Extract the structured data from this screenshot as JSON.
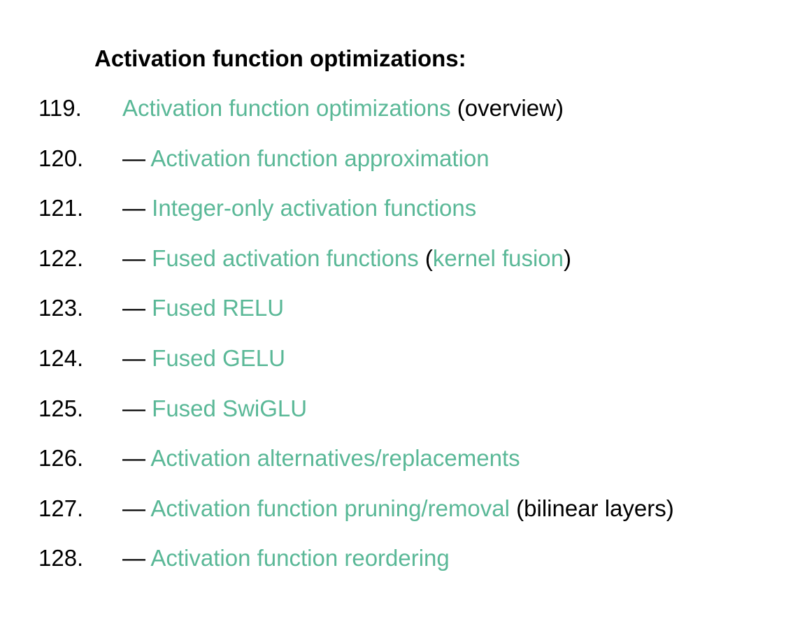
{
  "colors": {
    "background": "#ffffff",
    "link": "#5ab897",
    "text": "#000000"
  },
  "heading": {
    "title": "Activation function optimizations:"
  },
  "toc": {
    "items": [
      {
        "number": "119.",
        "segments": [
          {
            "text": "Activation function optimizations",
            "link": true
          },
          {
            "text": " (overview)",
            "link": false
          }
        ]
      },
      {
        "number": "120.",
        "segments": [
          {
            "text": "— ",
            "link": false
          },
          {
            "text": "Activation function approximation",
            "link": true
          }
        ]
      },
      {
        "number": "121.",
        "segments": [
          {
            "text": "— ",
            "link": false
          },
          {
            "text": "Integer-only activation functions",
            "link": true
          }
        ]
      },
      {
        "number": "122.",
        "segments": [
          {
            "text": "— ",
            "link": false
          },
          {
            "text": "Fused activation functions",
            "link": true
          },
          {
            "text": " (",
            "link": false
          },
          {
            "text": "kernel fusion",
            "link": true
          },
          {
            "text": ")",
            "link": false
          }
        ]
      },
      {
        "number": "123.",
        "segments": [
          {
            "text": "— ",
            "link": false
          },
          {
            "text": "Fused RELU",
            "link": true
          }
        ]
      },
      {
        "number": "124.",
        "segments": [
          {
            "text": "— ",
            "link": false
          },
          {
            "text": "Fused GELU",
            "link": true
          }
        ]
      },
      {
        "number": "125.",
        "segments": [
          {
            "text": "— ",
            "link": false
          },
          {
            "text": "Fused SwiGLU",
            "link": true
          }
        ]
      },
      {
        "number": "126.",
        "segments": [
          {
            "text": "— ",
            "link": false
          },
          {
            "text": "Activation alternatives/replacements",
            "link": true
          }
        ]
      },
      {
        "number": "127.",
        "segments": [
          {
            "text": "— ",
            "link": false
          },
          {
            "text": "Activation function pruning/removal",
            "link": true
          },
          {
            "text": " (bilinear layers)",
            "link": false
          }
        ]
      },
      {
        "number": "128.",
        "segments": [
          {
            "text": "— ",
            "link": false
          },
          {
            "text": "Activation function reordering",
            "link": true
          }
        ]
      }
    ]
  }
}
